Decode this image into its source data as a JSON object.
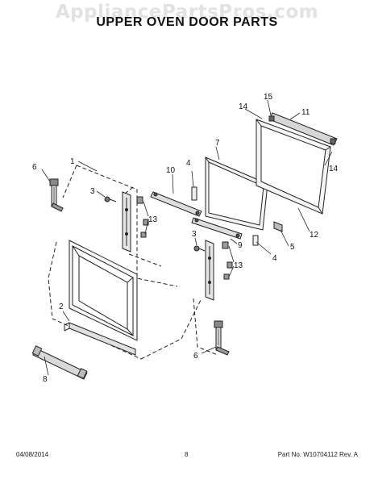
{
  "watermark": "AppliancePartsPros.com",
  "title": "UPPER OVEN DOOR PARTS",
  "callouts": {
    "c1": "1",
    "c2": "2",
    "c3a": "3",
    "c3b": "3",
    "c4a": "4",
    "c4b": "4",
    "c5": "5",
    "c6a": "6",
    "c6b": "6",
    "c7": "7",
    "c8": "8",
    "c9": "9",
    "c10": "10",
    "c11": "11",
    "c12": "12",
    "c13a": "13",
    "c13b": "13",
    "c14a": "14",
    "c14b": "14",
    "c15": "15"
  },
  "footer": {
    "date": "04/08/2014",
    "page": "8",
    "part": "Part No. W10704112  Rev. A"
  },
  "colors": {
    "line": "#222222",
    "fill_light": "#f2f2f2",
    "fill_mid": "#cfcfcf",
    "watermark": "#e2e2e2"
  }
}
